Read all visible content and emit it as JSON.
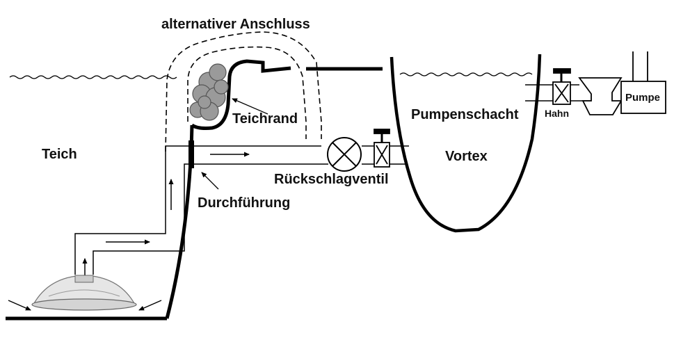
{
  "labels": {
    "alternativer_anschluss": "alternativer Anschluss",
    "teich": "Teich",
    "teichrand": "Teichrand",
    "durchfuehrung": "Durchführung",
    "rueckschlagventil": "Rückschlagventil",
    "pumpenschacht": "Pumpenschacht",
    "vortex": "Vortex",
    "hahn": "Hahn",
    "pumpe": "Pumpe"
  }
}
